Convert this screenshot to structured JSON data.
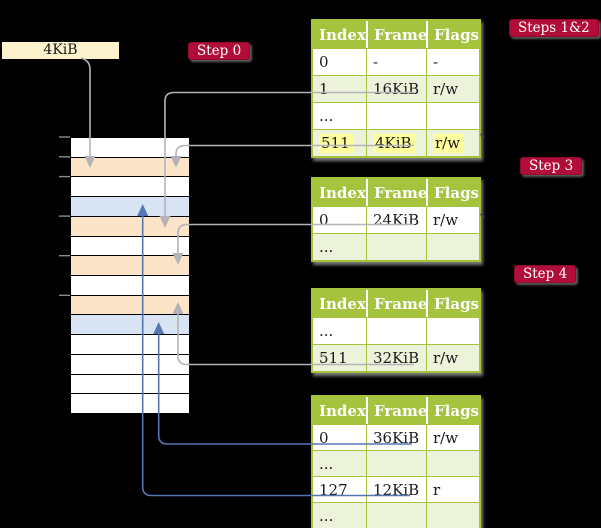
{
  "page_size_label": "4KiB",
  "badges": [
    {
      "id": "step0",
      "label": "Step 0"
    },
    {
      "id": "steps12",
      "label": "Steps 1&2"
    },
    {
      "id": "step3",
      "label": "Step 3"
    },
    {
      "id": "step4",
      "label": "Step 4"
    }
  ],
  "memory": {
    "rows": [
      "plain",
      "orange",
      "plain",
      "blue",
      "orange",
      "plain",
      "orange",
      "plain",
      "orange",
      "blue",
      "plain",
      "plain",
      "plain",
      "plain"
    ],
    "colors": {
      "plain": "#ffffff",
      "orange": "#fce4c8",
      "blue": "#d8e4f4"
    },
    "tick_count": 6
  },
  "tables": [
    {
      "label": "table-steps-1-2",
      "headers": [
        "Index",
        "Frame",
        "Flags"
      ],
      "rows": [
        {
          "cells": [
            "0",
            "-",
            "-"
          ],
          "tinted": false,
          "highlighted": false
        },
        {
          "cells": [
            "1",
            "16KiB",
            "r/w"
          ],
          "tinted": true,
          "highlighted": false
        },
        {
          "cells": [
            "...",
            "",
            ""
          ],
          "tinted": false,
          "highlighted": false
        },
        {
          "cells": [
            "511",
            "4KiB",
            "r/w"
          ],
          "tinted": true,
          "highlighted": true
        }
      ]
    },
    {
      "label": "table-step-3",
      "headers": [
        "Index",
        "Frame",
        "Flags"
      ],
      "rows": [
        {
          "cells": [
            "0",
            "24KiB",
            "r/w"
          ],
          "tinted": false,
          "highlighted": false
        },
        {
          "cells": [
            "...",
            "",
            ""
          ],
          "tinted": true,
          "highlighted": false
        }
      ]
    },
    {
      "label": "table-step-4",
      "headers": [
        "Index",
        "Frame",
        "Flags"
      ],
      "rows": [
        {
          "cells": [
            "...",
            "",
            ""
          ],
          "tinted": false,
          "highlighted": false
        },
        {
          "cells": [
            "511",
            "32KiB",
            "r/w"
          ],
          "tinted": true,
          "highlighted": false
        }
      ]
    },
    {
      "label": "table-final",
      "headers": [
        "Index",
        "Frame",
        "Flags"
      ],
      "rows": [
        {
          "cells": [
            "0",
            "36KiB",
            "r/w"
          ],
          "tinted": false,
          "highlighted": false
        },
        {
          "cells": [
            "...",
            "",
            ""
          ],
          "tinted": true,
          "highlighted": false
        },
        {
          "cells": [
            "127",
            "12KiB",
            "r"
          ],
          "tinted": false,
          "highlighted": false
        },
        {
          "cells": [
            "...",
            "",
            ""
          ],
          "tinted": true,
          "highlighted": false
        }
      ]
    }
  ],
  "arrows": [
    {
      "from": "page-size-label",
      "to": "memory-row-2",
      "color": "gray"
    },
    {
      "from": "table1-row-1",
      "to": "memory-row-5",
      "color": "gray"
    },
    {
      "from": "table1-row-511",
      "to": "memory-row-2",
      "color": "gray"
    },
    {
      "from": "table2-row-0",
      "to": "memory-row-7",
      "color": "gray"
    },
    {
      "from": "table3-row-511",
      "to": "memory-row-9",
      "color": "gray"
    },
    {
      "from": "table4-row-0",
      "to": "memory-row-10",
      "color": "blue"
    },
    {
      "from": "table4-row-127",
      "to": "memory-row-4",
      "color": "blue"
    }
  ],
  "colors": {
    "background": "#000000",
    "badge_red": "#b10d38",
    "table_green": "#a6c33e",
    "row_tint_green": "#edf3da",
    "highlight_yellow": "#ffff9e",
    "page_size_cream": "#fcf1cd",
    "memory_orange": "#fce4c8",
    "memory_blue": "#d8e4f4",
    "arrow_gray": "#b4b3b9",
    "arrow_blue": "#5577b2"
  }
}
